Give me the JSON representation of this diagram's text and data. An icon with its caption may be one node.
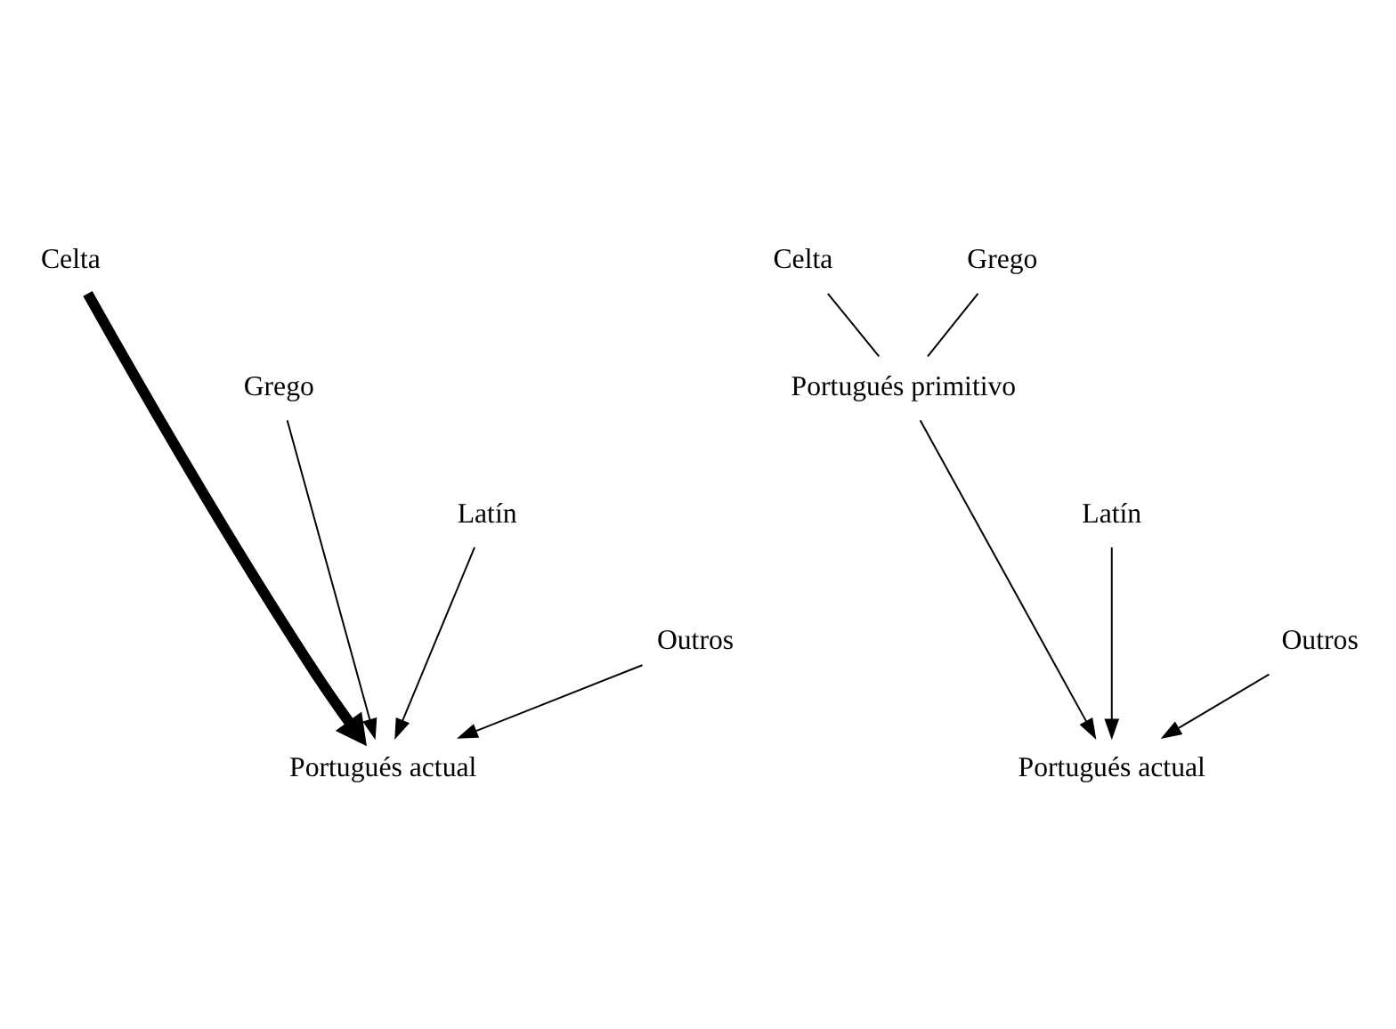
{
  "diagram": {
    "nodes": [
      {
        "text": [
          "Celta"
        ]
      },
      {
        "text": [
          "Grego"
        ]
      },
      {
        "text": [
          "Latín"
        ]
      },
      {
        "text": [
          "Outros"
        ]
      },
      {
        "text": [
          "Portugués actual"
        ]
      },
      {
        "text": [
          "Celta"
        ]
      },
      {
        "text": [
          "Grego"
        ]
      },
      {
        "text": [
          "Portugués primitivo"
        ]
      },
      {
        "text": [
          "Latín"
        ]
      },
      {
        "text": [
          "Outros"
        ]
      },
      {
        "text": [
          "Portugués actual"
        ]
      }
    ],
    "edges": [
      {
        "from": 0,
        "to": 4,
        "arrow": "to",
        "style": "thick"
      },
      {
        "from": 1,
        "to": 4,
        "arrow": "to"
      },
      {
        "from": 2,
        "to": 4,
        "arrow": "to"
      },
      {
        "from": 3,
        "to": 4,
        "arrow": "to"
      },
      {
        "from": 5,
        "to": 7,
        "arrow": "none"
      },
      {
        "from": 6,
        "to": 7,
        "arrow": "none"
      },
      {
        "from": 7,
        "to": 10,
        "arrow": "to"
      },
      {
        "from": 8,
        "to": 10,
        "arrow": "to"
      },
      {
        "from": 9,
        "to": 10,
        "arrow": "to"
      }
    ]
  }
}
